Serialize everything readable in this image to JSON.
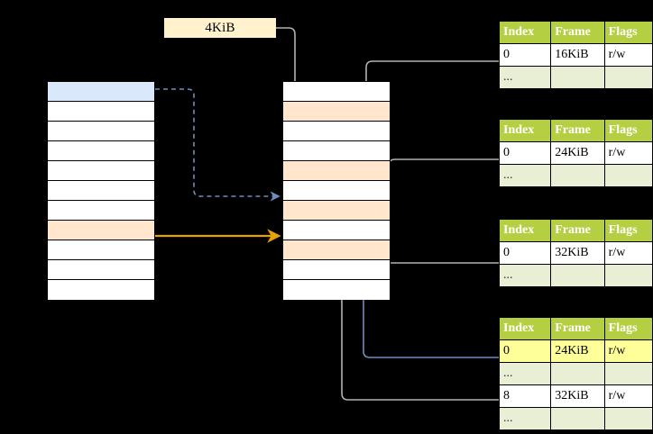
{
  "diagram": {
    "title": "page-table-walk",
    "colors": {
      "header_green": "#b5cf43",
      "row_alt_green": "#e8efd4",
      "highlight_yellow": "#ffff99",
      "label_yellow": "#fff2cc",
      "peach": "#ffe6cc",
      "blue": "#dae8fc",
      "blue_stroke": "#6c8ebf",
      "orange_stroke": "#e8a200",
      "gray_stroke": "#b3b3b3",
      "background": "#000000"
    }
  },
  "label": {
    "text": "4KiB",
    "name": "page-size-label"
  },
  "left_column": {
    "name": "virtual-address-space",
    "row_count": 11,
    "rows": [
      {
        "index": 0,
        "fill": "blue",
        "text": ""
      },
      {
        "index": 1,
        "fill": "white",
        "text": ""
      },
      {
        "index": 2,
        "fill": "white",
        "text": ""
      },
      {
        "index": 3,
        "fill": "white",
        "text": ""
      },
      {
        "index": 4,
        "fill": "white",
        "text": ""
      },
      {
        "index": 5,
        "fill": "white",
        "text": ""
      },
      {
        "index": 6,
        "fill": "white",
        "text": ""
      },
      {
        "index": 7,
        "fill": "peach",
        "text": ""
      },
      {
        "index": 8,
        "fill": "white",
        "text": ""
      },
      {
        "index": 9,
        "fill": "white",
        "text": ""
      },
      {
        "index": 10,
        "fill": "white",
        "text": ""
      }
    ]
  },
  "middle_column": {
    "name": "physical-memory",
    "row_count": 11,
    "rows": [
      {
        "index": 0,
        "fill": "white",
        "text": ""
      },
      {
        "index": 1,
        "fill": "peach",
        "text": ""
      },
      {
        "index": 2,
        "fill": "white",
        "text": ""
      },
      {
        "index": 3,
        "fill": "white",
        "text": ""
      },
      {
        "index": 4,
        "fill": "peach",
        "text": ""
      },
      {
        "index": 5,
        "fill": "white",
        "text": ""
      },
      {
        "index": 6,
        "fill": "peach",
        "text": ""
      },
      {
        "index": 7,
        "fill": "white",
        "text": ""
      },
      {
        "index": 8,
        "fill": "peach",
        "text": ""
      },
      {
        "index": 9,
        "fill": "white",
        "text": ""
      },
      {
        "index": 10,
        "fill": "white",
        "text": ""
      }
    ]
  },
  "page_tables": [
    {
      "name": "page-table-level-4",
      "headers": [
        "Index",
        "Frame",
        "Flags"
      ],
      "rows": [
        {
          "type": "data",
          "cells": [
            "0",
            "16KiB",
            "r/w"
          ],
          "highlight": [
            false,
            false,
            false
          ]
        },
        {
          "type": "ellipsis",
          "cells": [
            "...",
            "",
            ""
          ],
          "highlight": [
            false,
            false,
            false
          ]
        }
      ]
    },
    {
      "name": "page-table-level-3",
      "headers": [
        "Index",
        "Frame",
        "Flags"
      ],
      "rows": [
        {
          "type": "data",
          "cells": [
            "0",
            "24KiB",
            "r/w"
          ],
          "highlight": [
            false,
            false,
            false
          ]
        },
        {
          "type": "ellipsis",
          "cells": [
            "...",
            "",
            ""
          ],
          "highlight": [
            false,
            false,
            false
          ]
        }
      ]
    },
    {
      "name": "page-table-level-2",
      "headers": [
        "Index",
        "Frame",
        "Flags"
      ],
      "rows": [
        {
          "type": "data",
          "cells": [
            "0",
            "32KiB",
            "r/w"
          ],
          "highlight": [
            false,
            false,
            false
          ]
        },
        {
          "type": "ellipsis",
          "cells": [
            "...",
            "",
            ""
          ],
          "highlight": [
            false,
            false,
            false
          ]
        }
      ]
    },
    {
      "name": "page-table-level-1",
      "headers": [
        "Index",
        "Frame",
        "Flags"
      ],
      "rows": [
        {
          "type": "data",
          "cells": [
            "0",
            "24KiB",
            "r/w"
          ],
          "highlight": [
            true,
            true,
            true
          ]
        },
        {
          "type": "ellipsis",
          "cells": [
            "...",
            "",
            ""
          ],
          "highlight": [
            false,
            false,
            false
          ]
        },
        {
          "type": "data",
          "cells": [
            "8",
            "32KiB",
            "r/w"
          ],
          "highlight": [
            false,
            false,
            false
          ]
        },
        {
          "type": "ellipsis",
          "cells": [
            "...",
            "",
            ""
          ],
          "highlight": [
            false,
            false,
            false
          ]
        }
      ]
    }
  ]
}
